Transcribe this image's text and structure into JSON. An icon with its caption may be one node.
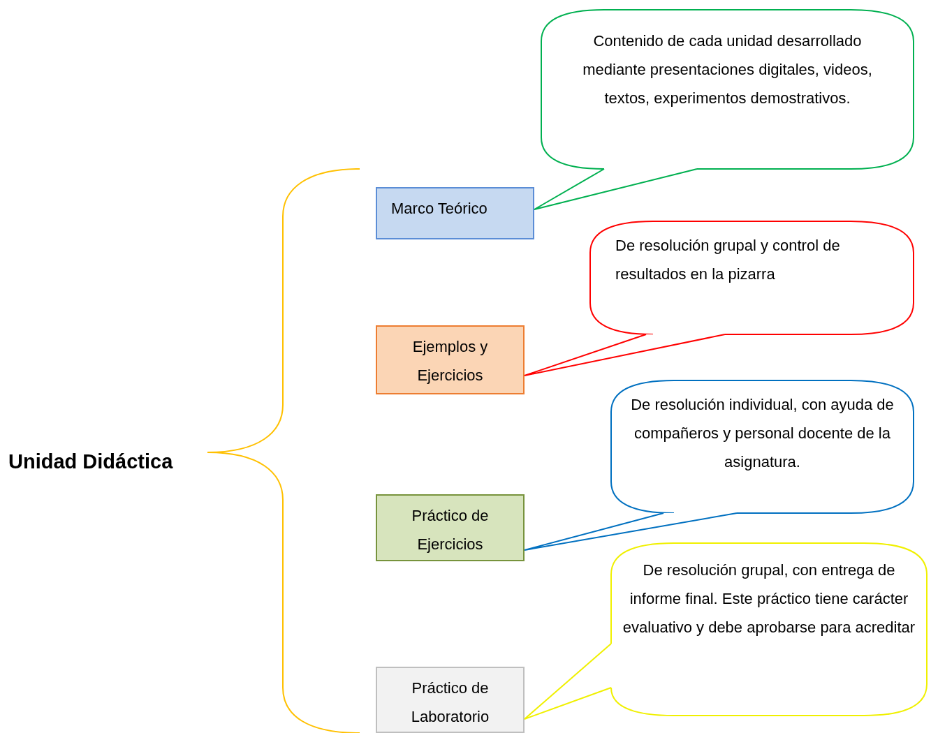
{
  "diagram": {
    "nodes": [
      {
        "text": [
          "Contenido de cada unidad desarrollado mediante presentaciones digitales, videos, textos, experimentos demostrativos."
        ]
      },
      {
        "text": [
          "Marco Teórico"
        ]
      },
      {
        "text": [
          "De resolución grupal y control de resultados en la pizarra"
        ]
      },
      {
        "text": [
          "Ejemplos y Ejercicios"
        ]
      },
      {
        "text": [
          "De resolución individual, con ayuda de compañeros y personal docente de la asignatura."
        ]
      },
      {
        "text": [
          "Práctico de Ejercicios"
        ]
      },
      {
        "text": [
          "De resolución grupal, con entrega de informe final. Este práctico tiene carácter evaluativo y debe aprobarse para acreditar"
        ]
      },
      {
        "text": [
          "Práctico de Laboratorio"
        ]
      }
    ],
    "edges": [
      {
        "from": 0,
        "to": 1,
        "arrow": "none",
        "color": "#00b050"
      },
      {
        "from": 2,
        "to": 3,
        "arrow": "none",
        "color": "#ff0000"
      },
      {
        "from": 4,
        "to": 5,
        "arrow": "none",
        "color": "#0070c0"
      },
      {
        "from": 6,
        "to": 7,
        "arrow": "none",
        "color": "#f0f000"
      }
    ],
    "labels": [
      "Unidad Didáctica"
    ]
  }
}
